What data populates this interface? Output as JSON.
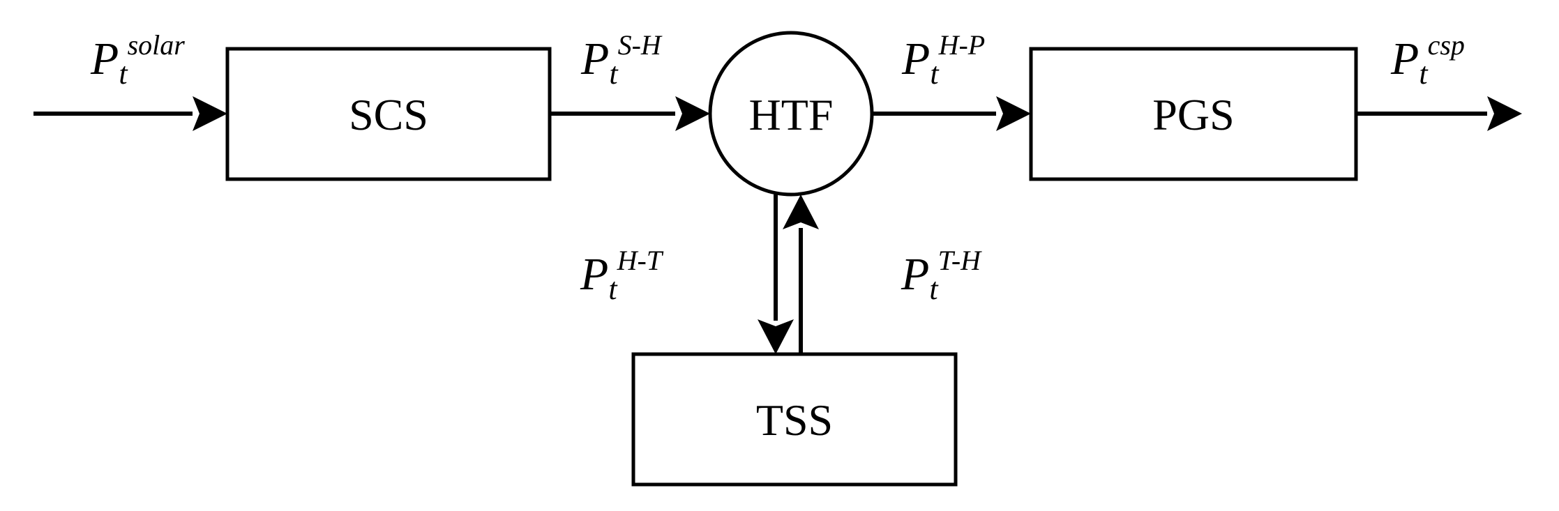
{
  "nodes": {
    "scs": "SCS",
    "htf": "HTF",
    "pgs": "PGS",
    "tss": "TSS"
  },
  "flows": {
    "solar": {
      "main": "P",
      "sub": "t",
      "sup": "solar"
    },
    "s_h": {
      "main": "P",
      "sub": "t",
      "sup": "S-H"
    },
    "h_p": {
      "main": "P",
      "sub": "t",
      "sup": "H-P"
    },
    "csp": {
      "main": "P",
      "sub": "t",
      "sup": "csp"
    },
    "h_t": {
      "main": "P",
      "sub": "t",
      "sup": "H-T"
    },
    "t_h": {
      "main": "P",
      "sub": "t",
      "sup": "T-H"
    }
  }
}
